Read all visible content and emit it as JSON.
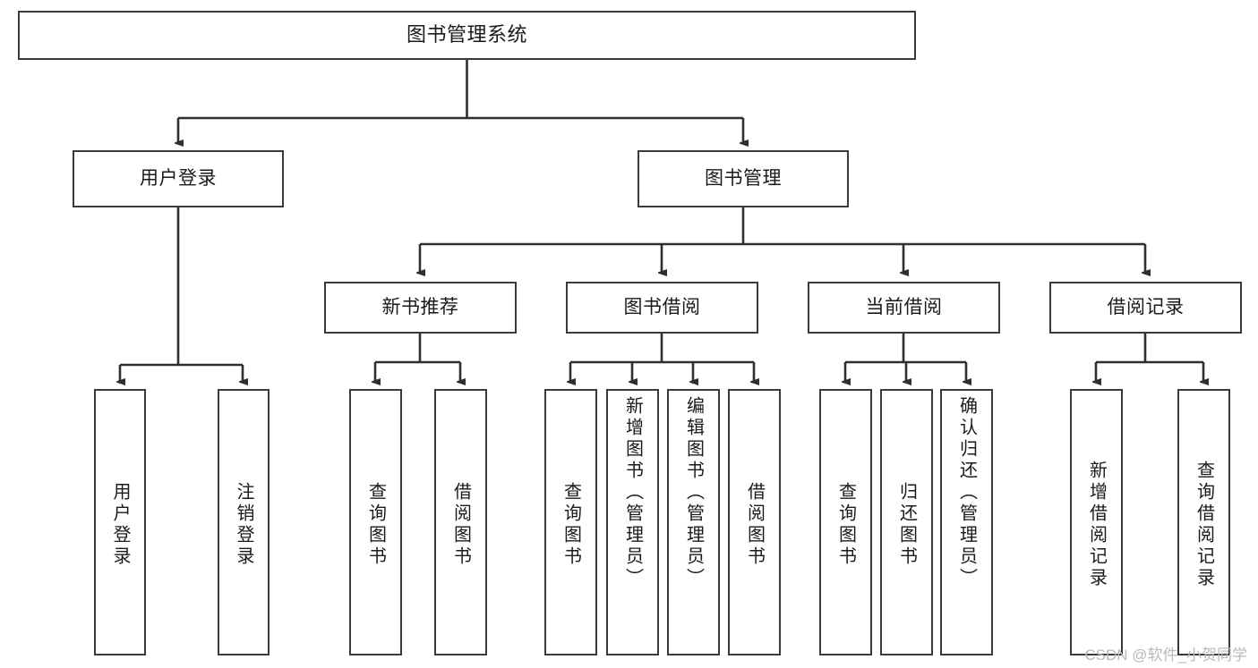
{
  "diagram": {
    "type": "tree",
    "title": "图书管理系统",
    "root": {
      "label": "图书管理系统"
    },
    "level2": [
      {
        "label": "用户登录"
      },
      {
        "label": "图书管理"
      }
    ],
    "level3": [
      {
        "label": "新书推荐"
      },
      {
        "label": "图书借阅"
      },
      {
        "label": "当前借阅"
      },
      {
        "label": "借阅记录"
      }
    ],
    "leaves": {
      "user_login": [
        {
          "label": "用户登录"
        },
        {
          "label": "注销登录"
        }
      ],
      "new_book_recommend": [
        {
          "label": "查询图书"
        },
        {
          "label": "借阅图书"
        }
      ],
      "book_borrow": [
        {
          "label": "查询图书"
        },
        {
          "label": "新增图书（管理员）"
        },
        {
          "label": "编辑图书（管理员）"
        },
        {
          "label": "借阅图书"
        }
      ],
      "current_borrow": [
        {
          "label": "查询图书"
        },
        {
          "label": "归还图书"
        },
        {
          "label": "确认归还（管理员）"
        }
      ],
      "borrow_record": [
        {
          "label": "新增借阅记录"
        },
        {
          "label": "查询借阅记录"
        }
      ]
    }
  },
  "watermark": {
    "text": "CSDN @软件_小贺同学"
  },
  "colors": {
    "border": "#3a3a3a",
    "text": "#1a1a1a",
    "background": "#ffffff",
    "watermark": "#b9b9b9"
  }
}
